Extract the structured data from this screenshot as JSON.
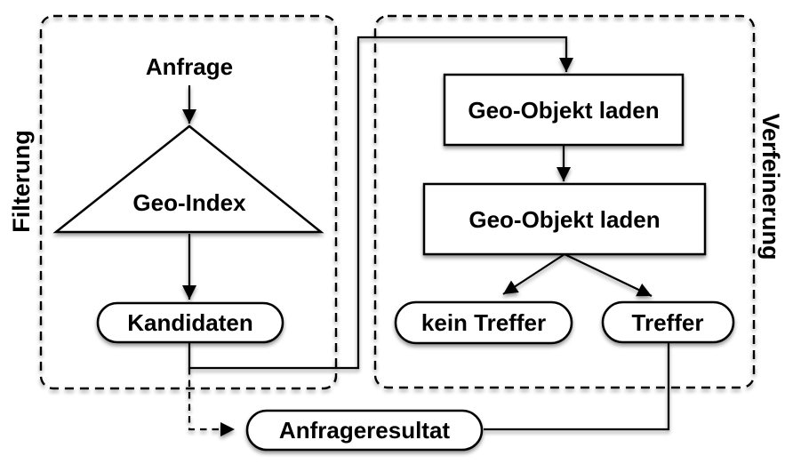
{
  "colors": {
    "line": "#000000",
    "shape_fill": "#ffffff",
    "background": "#ffffff"
  },
  "phases": {
    "filtering": {
      "label": "Filterung"
    },
    "refinement": {
      "label": "Verfeinerung"
    }
  },
  "nodes": {
    "query": {
      "label": "Anfrage",
      "type": "text"
    },
    "geo_index": {
      "label": "Geo-Index",
      "type": "triangle"
    },
    "candidates": {
      "label": "Kandidaten",
      "type": "pill"
    },
    "load_object_1": {
      "label": "Geo-Objekt laden",
      "type": "rect"
    },
    "load_object_2": {
      "label": "Geo-Objekt laden",
      "type": "rect"
    },
    "no_hit": {
      "label": "kein Treffer",
      "type": "pill"
    },
    "hit": {
      "label": "Treffer",
      "type": "pill"
    },
    "query_result": {
      "label": "Anfrageresultat",
      "type": "pill"
    }
  },
  "edges": [
    {
      "from": "query",
      "to": "geo_index",
      "style": "solid-arrow"
    },
    {
      "from": "geo_index",
      "to": "candidates",
      "style": "solid-arrow"
    },
    {
      "from": "candidates",
      "to": "load_object_1",
      "style": "solid-arrow"
    },
    {
      "from": "load_object_1",
      "to": "load_object_2",
      "style": "solid-arrow"
    },
    {
      "from": "load_object_2",
      "to": "no_hit",
      "style": "solid-arrow"
    },
    {
      "from": "load_object_2",
      "to": "hit",
      "style": "solid-arrow"
    },
    {
      "from": "hit",
      "to": "query_result",
      "style": "solid-line"
    },
    {
      "from": "candidates",
      "to": "query_result",
      "style": "dashed-arrow"
    }
  ]
}
